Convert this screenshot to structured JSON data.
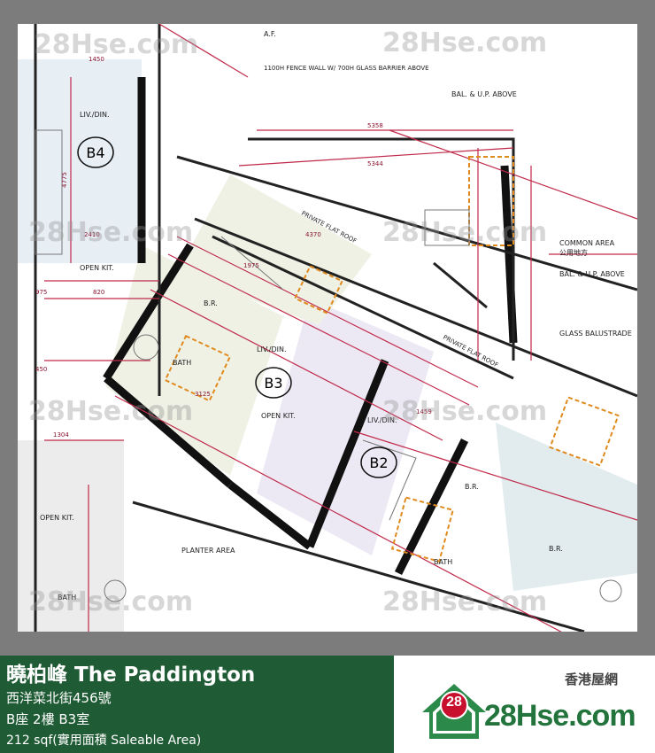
{
  "plan": {
    "units": [
      "B4",
      "B3",
      "B2"
    ],
    "labels": {
      "af": "A.F.",
      "fence": "1100H FENCE WALL W/ 700H GLASS BARRIER ABOVE",
      "bal_up": "BAL. & U.P. ABOVE",
      "common_area": "COMMON AREA",
      "common_area_cn": "公用地方",
      "bal_up2": "BAL. & U.P. ABOVE",
      "glass_balustrade": "GLASS BALUSTRADE",
      "private_flat_roof": "PRIVATE FLAT ROOF",
      "liv_din": "LIV./DIN.",
      "bath": "BATH",
      "open_kit": "OPEN KIT.",
      "planter": "PLANTER AREA",
      "br": "B.R."
    },
    "dimensions": [
      "5344",
      "5358",
      "4370",
      "1975",
      "1459",
      "4775",
      "2410",
      "1304",
      "3125",
      "1450",
      "450",
      "820",
      "975"
    ]
  },
  "watermark": "28Hse.com",
  "footer": {
    "title": "曉柏峰 The Paddington",
    "address": "西洋菜北街456號",
    "unit": "B座 2樓 B3室",
    "area": "212 sqf(實用面積 Saleable Area)"
  },
  "brand": {
    "cn": "香港屋網",
    "badge": "28",
    "name": "28Hse.com"
  },
  "colors": {
    "brand_green": "#1f5b34",
    "accent_red": "#c8102e",
    "plan_line": "#c0294a"
  }
}
